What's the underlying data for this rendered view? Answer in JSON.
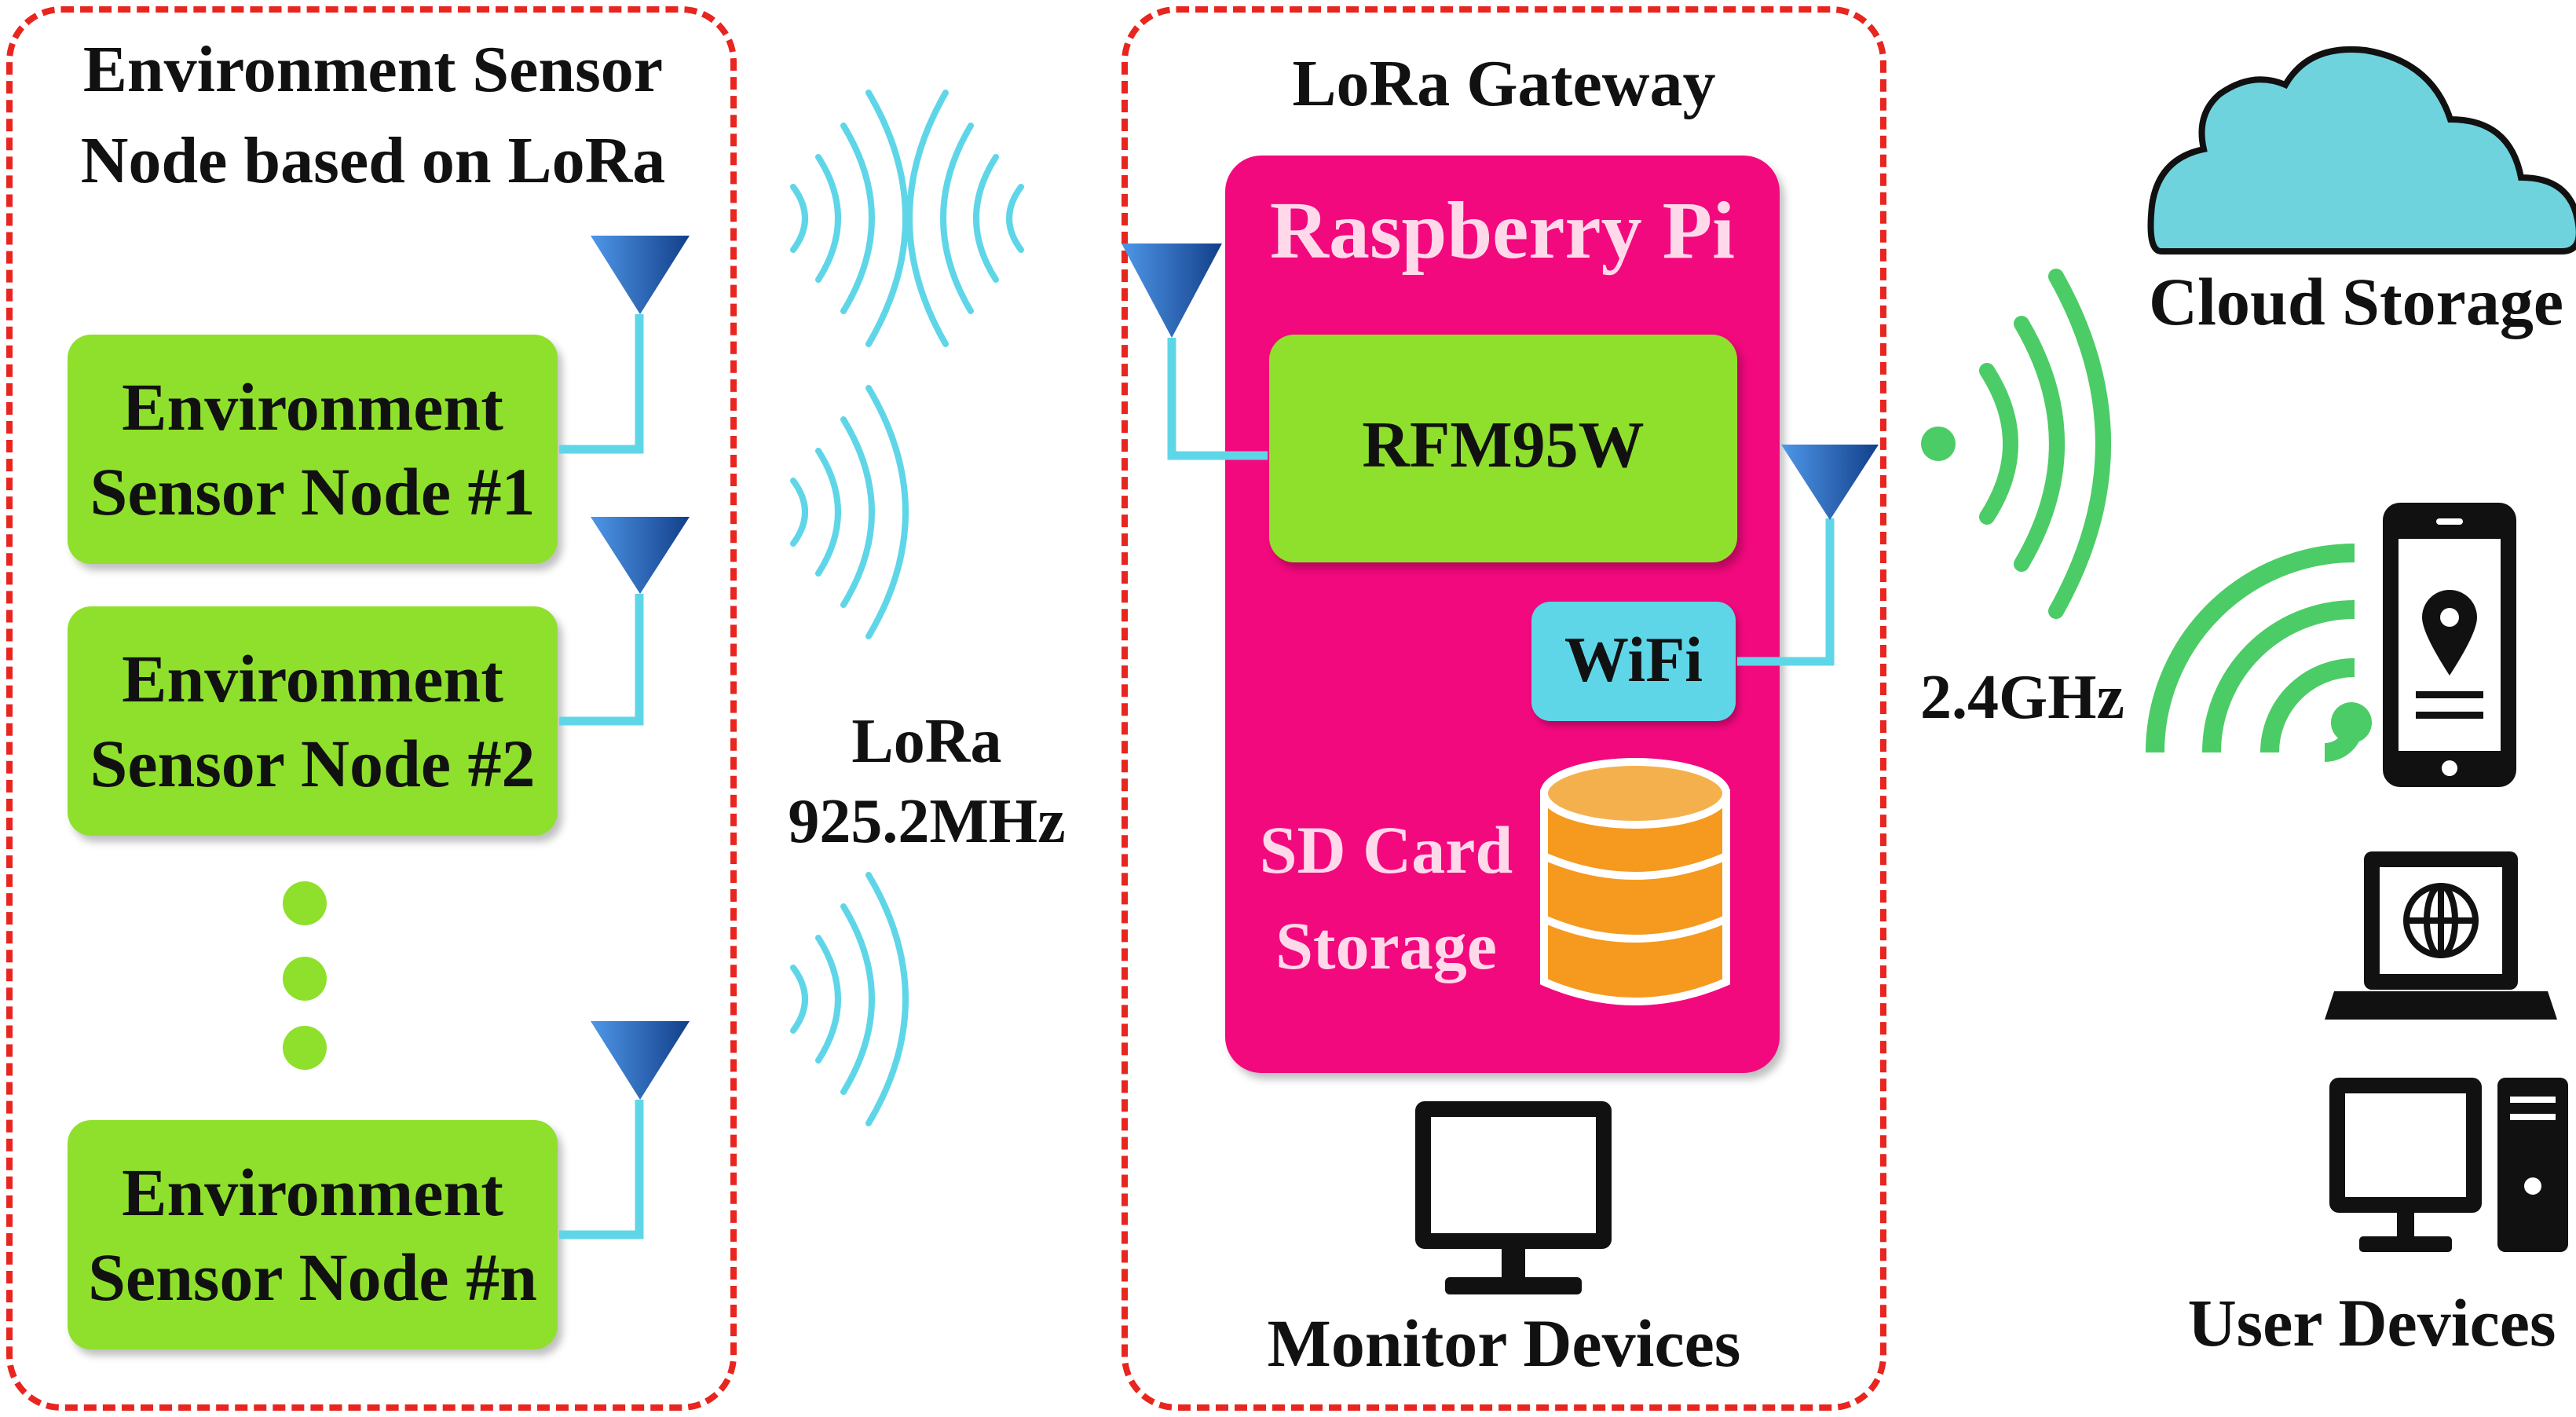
{
  "sensor_group": {
    "title_line1": "Environment Sensor",
    "title_line2": "Node based on LoRa",
    "nodes": [
      {
        "line1": "Environment",
        "line2": "Sensor Node #1"
      },
      {
        "line1": "Environment",
        "line2": "Sensor Node #2"
      },
      {
        "line1": "Environment",
        "line2": "Sensor Node #n"
      }
    ]
  },
  "lora_link": {
    "line1": "LoRa",
    "line2": "925.2MHz"
  },
  "gateway": {
    "title": "LoRa Gateway",
    "board": "Raspberry Pi",
    "radio_module": "RFM95W",
    "wifi_module": "WiFi",
    "storage_line1": "SD Card",
    "storage_line2": "Storage",
    "monitor_label": "Monitor Devices"
  },
  "wireless_link": {
    "label": "2.4GHz"
  },
  "cloud": {
    "label": "Cloud Storage"
  },
  "user_devices": {
    "label": "User Devices"
  },
  "colors": {
    "dashed_border": "#e8251f",
    "node_green": "#8fe02c",
    "pi_pink": "#f2097e",
    "wifi_cyan": "#5fd6e8",
    "lora_wave": "#5fd6e8",
    "wifi_wave": "#4ccc66",
    "antenna_blue": "#1f5fb0",
    "cloud_fill": "#6fd3de",
    "db_orange": "#f59a1f"
  },
  "icons": [
    "antenna-icon",
    "lora-wave-icon",
    "wifi-wave-icon",
    "cloud-icon",
    "database-icon",
    "monitor-icon",
    "smartphone-icon",
    "location-pin-icon",
    "laptop-icon",
    "globe-icon",
    "desktop-pc-icon"
  ]
}
